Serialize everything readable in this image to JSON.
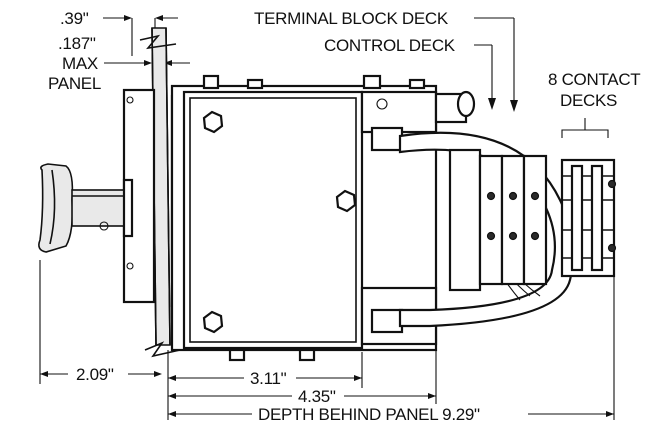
{
  "dimensions": {
    "top_offset": ".39\"",
    "panel_thickness": ".187\"",
    "panel_max": "MAX",
    "panel_word": "PANEL",
    "handle_depth": "2.09\"",
    "body_depth_1": "3.11\"",
    "body_depth_2": "4.35\"",
    "total_depth": "DEPTH BEHIND PANEL 9.29\""
  },
  "callouts": {
    "terminal_block_deck": "TERMINAL BLOCK DECK",
    "control_deck": "CONTROL DECK",
    "contact_decks_count": "8 CONTACT",
    "contact_decks_word": "DECKS"
  },
  "colors": {
    "line": "#111111",
    "background": "#ffffff",
    "handle": "#e9e9e9"
  }
}
